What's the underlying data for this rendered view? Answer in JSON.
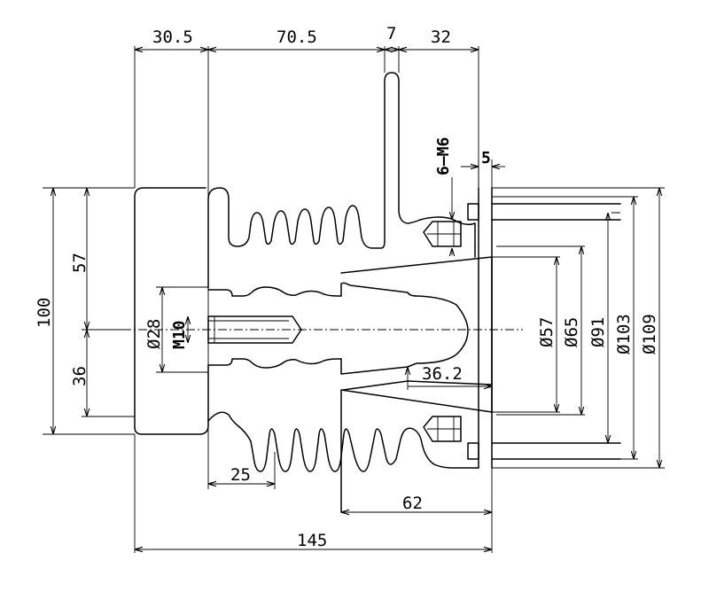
{
  "dimensions": {
    "top_a": "30.5",
    "top_b": "70.5",
    "top_c": "7",
    "top_d": "32",
    "thread_callout": "6–M6",
    "flange_thickness": "5",
    "left_total": "100",
    "left_upper": "57",
    "left_lower": "36",
    "dia_28": "Ø28",
    "thread_m10": "M10",
    "dia_57": "Ø57",
    "dia_65": "Ø65",
    "dia_91": "Ø91",
    "dia_103": "Ø103",
    "dia_109": "Ø109",
    "bore_depth": "36.2",
    "stud_length": "25",
    "flange_depth": "62",
    "overall_length": "145"
  }
}
